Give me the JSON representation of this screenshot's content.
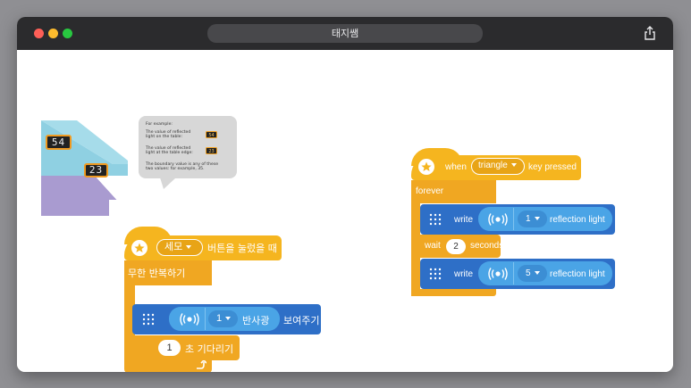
{
  "window": {
    "title": "태지쌤"
  },
  "illustration": {
    "table_value": "54",
    "edge_value": "23",
    "tooltip": {
      "heading": "For example:",
      "line1a": "The value of reflected",
      "line1b": "light on the table:",
      "chip1": "54",
      "line2a": "The value of reflected",
      "line2b": "light at the table edge:",
      "chip2": "23",
      "line3a": "The boundary value is any of these",
      "line3b": "two values: for example, 35."
    }
  },
  "korean_program": {
    "hat_dropdown": "세모",
    "hat_text": "버튼을 눌렀을 때",
    "forever_label": "무한 반복하기",
    "display_port": "1",
    "display_sensor": "반사광",
    "display_action": "보여주기",
    "wait_value": "1",
    "wait_label": "초 기다리기"
  },
  "english_program": {
    "hat_when": "when",
    "hat_dropdown": "triangle",
    "hat_key": "key pressed",
    "forever_label": "forever",
    "write1_label": "write",
    "write1_port": "1",
    "write1_sensor": "reflection light",
    "wait_label": "wait",
    "wait_value": "2",
    "wait_unit": "seconds",
    "write2_label": "write",
    "write2_port": "5",
    "write2_sensor": "reflection light"
  },
  "colors": {
    "events_yellow": "#f5b51f",
    "control_orange": "#f0a722",
    "display_blue": "#2e6fc7",
    "sensor_light_blue": "#4aa4e6",
    "titlebar": "#2b2b2d"
  }
}
